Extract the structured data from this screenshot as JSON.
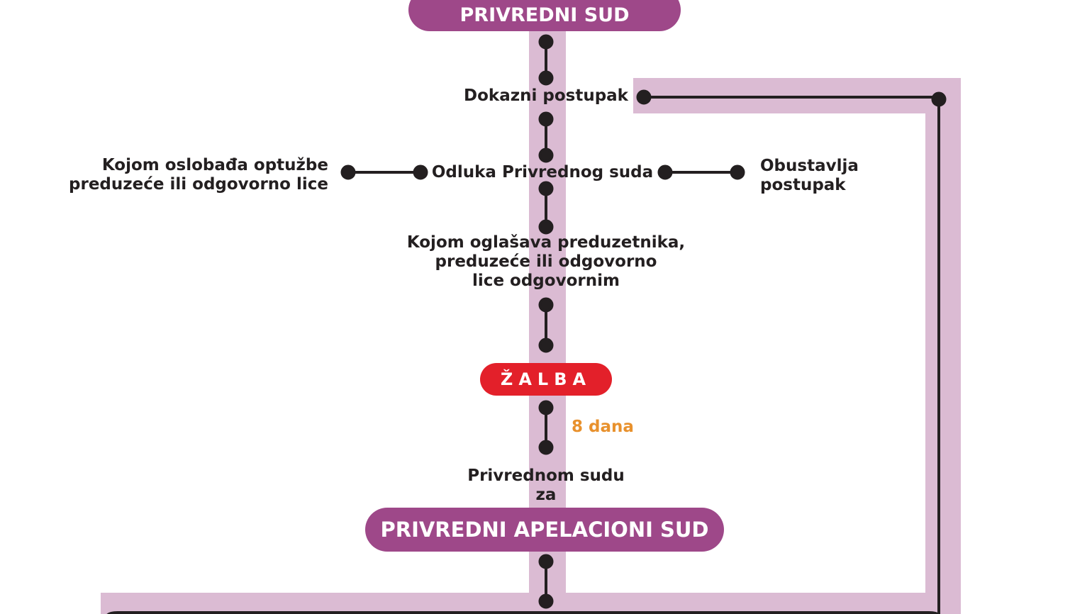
{
  "colors": {
    "court_pill": "#9e4889",
    "appeal_pill": "#e3202a",
    "track": "#dbbbd3",
    "connector": "#231f20",
    "deadline_text": "#e8912d"
  },
  "nodes": {
    "court_top": "PRIVREDNI SUD",
    "evidence": "Dokazni postupak",
    "decision": "Odluka Privrednog suda",
    "acquit": "Kojom oslobađa optužbe\npreduzeće ili odgovorno lice",
    "suspend": "Obustavlja\npostupak",
    "convict": "Kojom oglašava preduzetnika,\npreduzeće ili odgovorno\nlice odgovornim",
    "appeal": "ŽALBA",
    "deadline": "8 dana",
    "appeal_to": "Privrednom sudu\nza",
    "court_appeal": "PRIVREDNI APELACIONI SUD"
  }
}
